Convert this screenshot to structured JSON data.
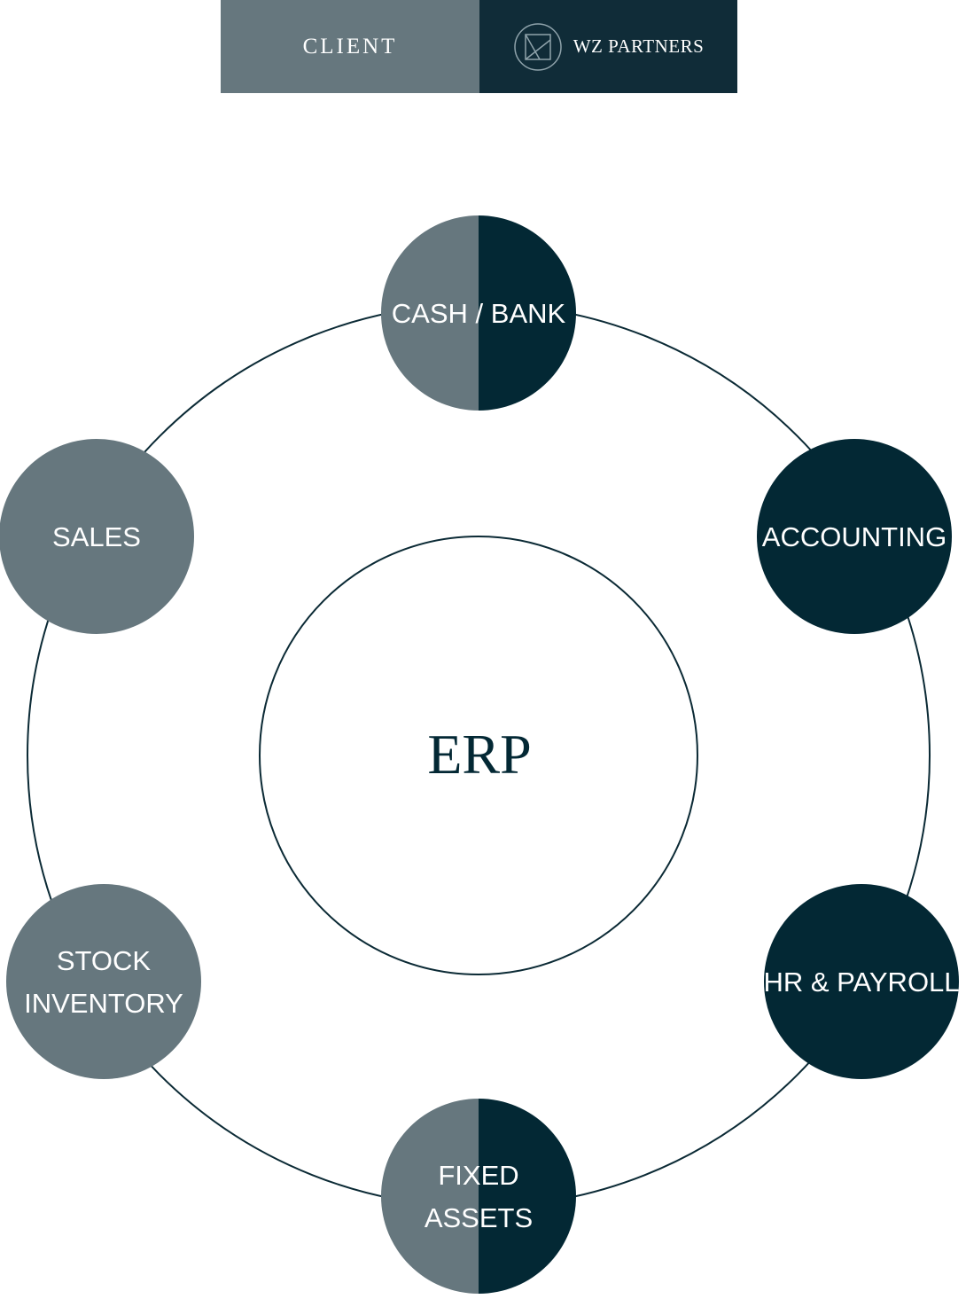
{
  "colors": {
    "client": "#66777e",
    "partner": "#032834",
    "ring": "#0b2a35",
    "background": "#ffffff"
  },
  "header": {
    "client_label": "CLIENT",
    "partner_label": "WZ PARTNERS",
    "partner_logo_icon": "wz-partners-logo-icon"
  },
  "center": {
    "label": "ERP"
  },
  "nodes": [
    {
      "id": "cash-bank",
      "lines": [
        "CASH / BANK"
      ],
      "owner": "shared"
    },
    {
      "id": "accounting",
      "lines": [
        "ACCOUNTING"
      ],
      "owner": "partner"
    },
    {
      "id": "hr-payroll",
      "lines": [
        "HR & PAYROLL"
      ],
      "owner": "partner"
    },
    {
      "id": "fixed-assets",
      "lines": [
        "FIXED",
        "ASSETS"
      ],
      "owner": "shared"
    },
    {
      "id": "stock-inventory",
      "lines": [
        "STOCK",
        "INVENTORY"
      ],
      "owner": "client"
    },
    {
      "id": "sales",
      "lines": [
        "SALES"
      ],
      "owner": "client"
    }
  ]
}
